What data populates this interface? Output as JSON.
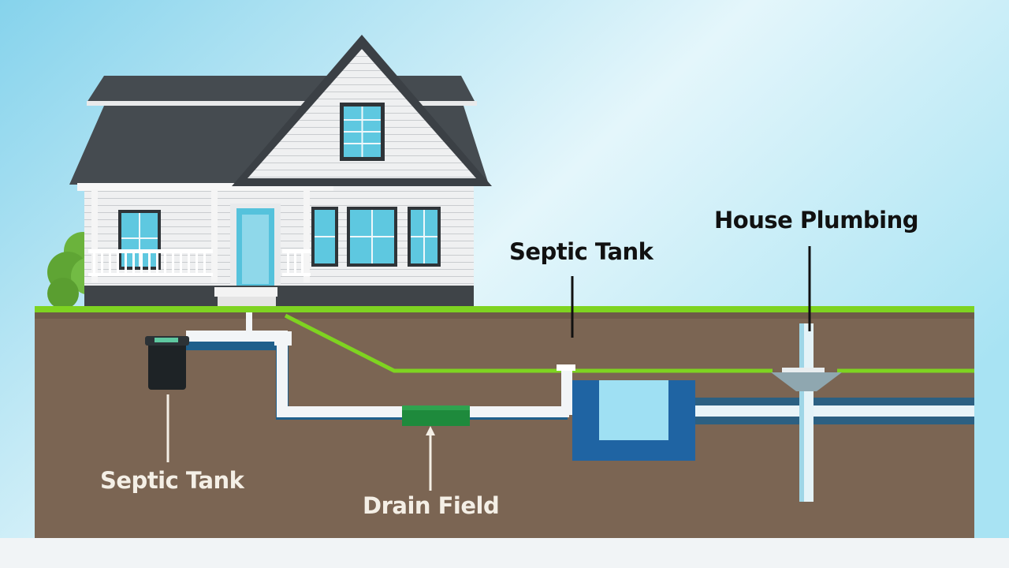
{
  "labels": {
    "house_plumbing": "House Plumbing",
    "septic_tank_top": "Septic Tank",
    "septic_tank_bottom": "Septic Tank",
    "drain_field": "Drain Field"
  },
  "colors": {
    "sky_top": "#8fd8ee",
    "sky_bottom": "#e6f7fc",
    "soil": "#7b6553",
    "grass": "#7ed321",
    "pipe_blue": "#1f5f8b",
    "pipe_white": "#f2f5f7",
    "tank_blue": "#1f64a3",
    "tank_water": "#9fe0f3",
    "roof": "#454b50",
    "siding": "#f0f1f2",
    "window": "#5ec8e0",
    "drain_green": "#1e8a3c",
    "bin": "#1e2326",
    "shrub": "#6bb33c",
    "dark_text": "#111111",
    "light_text": "#f4efe6"
  }
}
